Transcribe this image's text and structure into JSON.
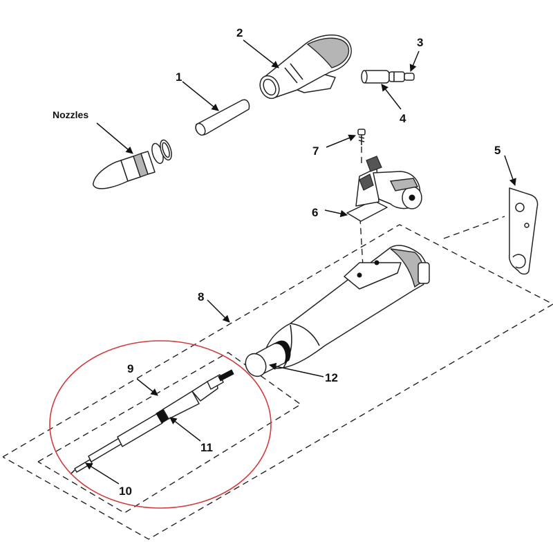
{
  "callouts": {
    "c1": "1",
    "c2": "2",
    "c3": "3",
    "c4": "4",
    "c5": "5",
    "c6": "6",
    "c7": "7",
    "c8": "8",
    "c9": "9",
    "c10": "10",
    "c11": "11",
    "c12": "12",
    "nozzles": "Nozzles"
  },
  "colors": {
    "highlight_circle": "#d33a3a",
    "line": "#222222",
    "shade": "#b5b5b5"
  }
}
